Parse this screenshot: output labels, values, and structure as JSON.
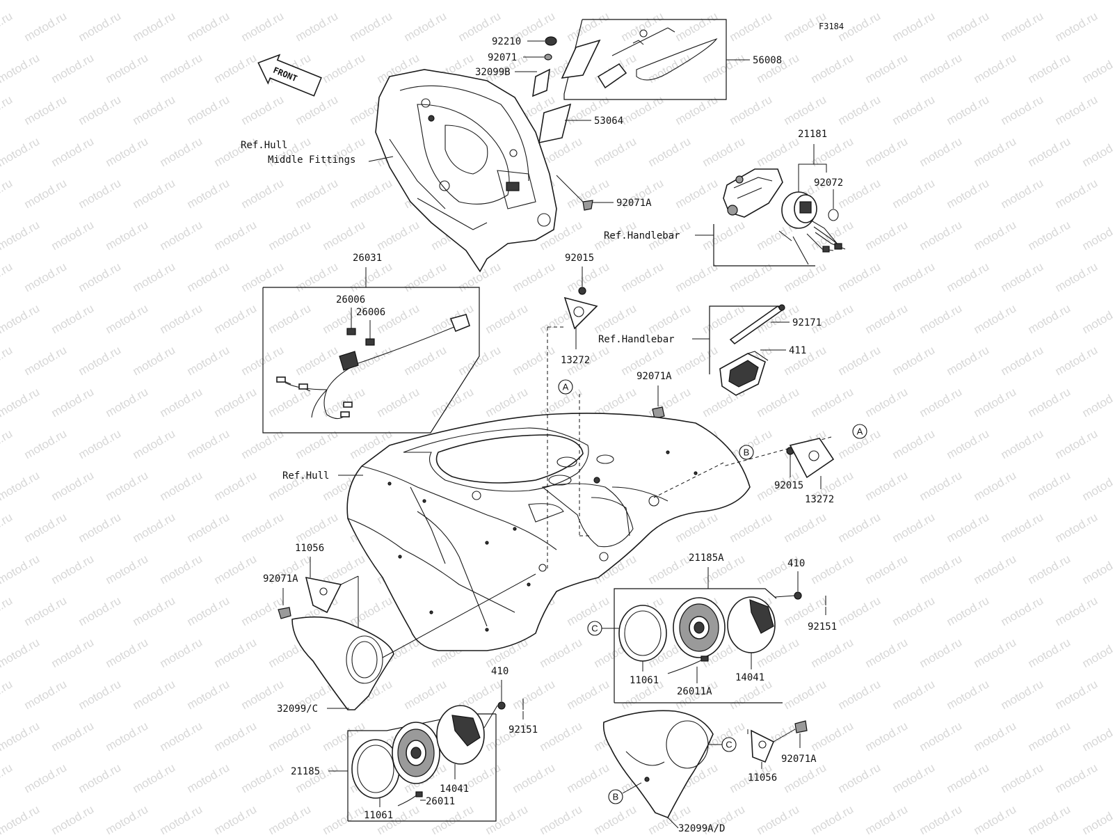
{
  "figure_code": "F3184",
  "watermark_text": "motod.ru",
  "front_arrow_label": "FRONT",
  "labels": {
    "p92210": "92210",
    "p92071_top": "92071",
    "p32099B": "32099B",
    "p56008": "56008",
    "p53064": "53064",
    "ref_hull_1": "Ref.Hull",
    "ref_hull_2": "Middle Fittings",
    "p92071A_top": "92071A",
    "p21181": "21181",
    "p92072": "92072",
    "ref_handlebar_1": "Ref.Handlebar",
    "p26031": "26031",
    "p26006_a": "26006",
    "p26006_b": "26006",
    "p92015_top": "92015",
    "p13272_top": "13272",
    "p92171": "92171",
    "ref_handlebar_2": "Ref.Handlebar",
    "p411": "411",
    "p92071A_mid": "92071A",
    "ref_hull": "Ref.Hull",
    "p92015_right": "92015",
    "p13272_right": "13272",
    "p11056_left": "11056",
    "p92071A_left": "92071A",
    "p21185A": "21185A",
    "p410_right": "410",
    "p92151_right": "92151",
    "p11061_right": "11061",
    "p26011A": "26011A",
    "p14041_right": "14041",
    "p32099C": "32099/C",
    "p410_bottom": "410",
    "p92151_bottom": "92151",
    "p21185": "21185",
    "p14041_bottom": "14041",
    "p11061_bottom": "11061",
    "p26011": "26011",
    "p92071A_bottom": "92071A",
    "p11056_bottom": "11056",
    "p32099AD": "32099A/D"
  },
  "callouts": {
    "A": "A",
    "B": "B",
    "C": "C"
  }
}
